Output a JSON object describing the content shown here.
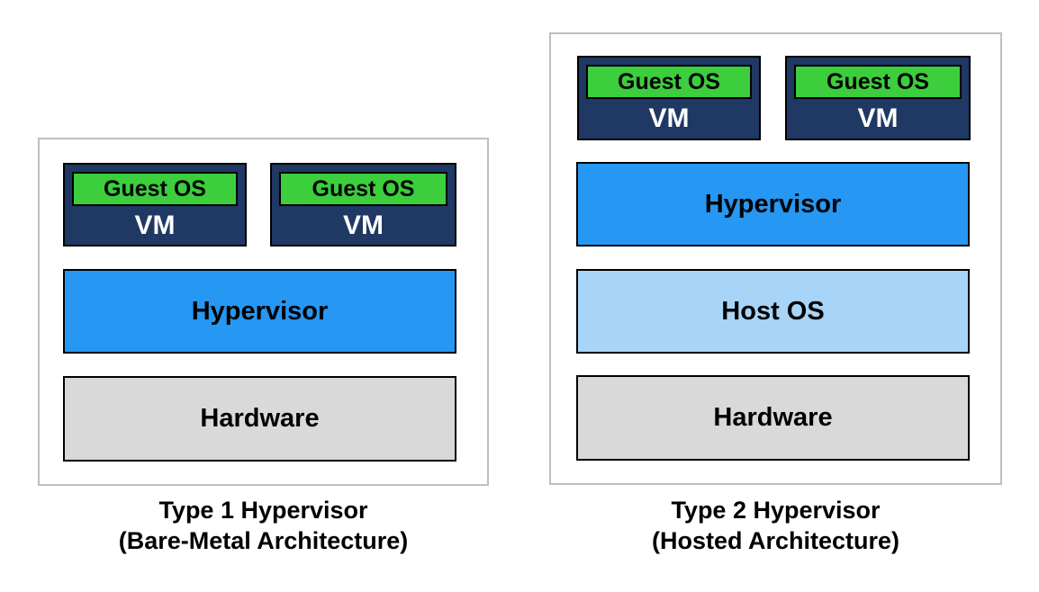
{
  "colors": {
    "vm_navy": "#1f3864",
    "guest_os_green": "#3cce3c",
    "hypervisor_blue": "#2697f3",
    "host_os_light_blue": "#a8d4f7",
    "hardware_gray": "#d9d9d9",
    "panel_border_gray": "#bfbfbf",
    "box_border_black": "#000000",
    "vm_text_white": "#ffffff"
  },
  "diagrams": [
    {
      "caption_line1": "Type 1 Hypervisor",
      "caption_line2": "(Bare-Metal Architecture)",
      "vms": [
        {
          "guest_os": "Guest OS",
          "label": "VM"
        },
        {
          "guest_os": "Guest OS",
          "label": "VM"
        }
      ],
      "layers": [
        {
          "label": "Hypervisor"
        },
        {
          "label": "Hardware"
        }
      ]
    },
    {
      "caption_line1": "Type 2 Hypervisor",
      "caption_line2": "(Hosted Architecture)",
      "vms": [
        {
          "guest_os": "Guest OS",
          "label": "VM"
        },
        {
          "guest_os": "Guest OS",
          "label": "VM"
        }
      ],
      "layers": [
        {
          "label": "Hypervisor"
        },
        {
          "label": "Host OS"
        },
        {
          "label": "Hardware"
        }
      ]
    }
  ]
}
